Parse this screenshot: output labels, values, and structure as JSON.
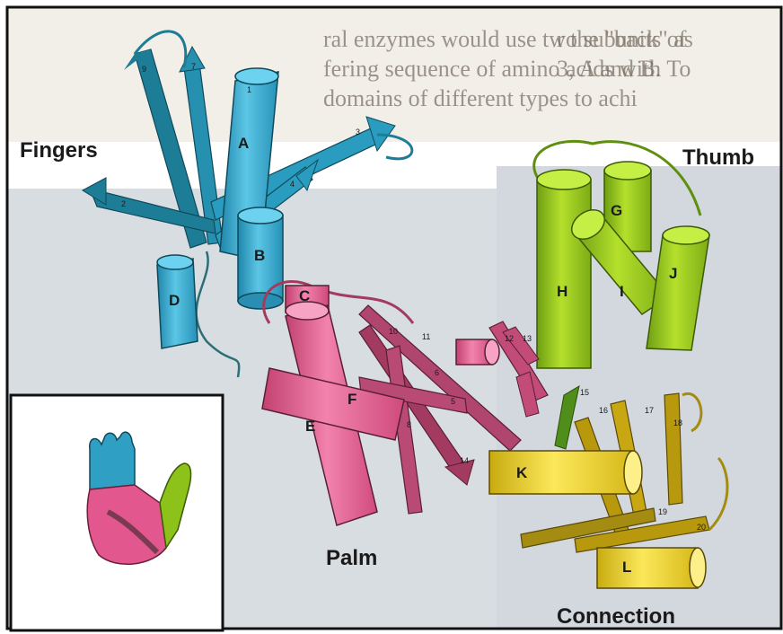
{
  "bleed_through_text": [
    "ral enzymes would use two subunits of",
    "fering sequence of amino acids with",
    "domains of different types to achi",
    "r the \"back\" as",
    "3, A and B. To"
  ],
  "domains": {
    "fingers": {
      "label": "Fingers",
      "color": "#2fa0c4",
      "dark": "#1e7d96"
    },
    "thumb": {
      "label": "Thumb",
      "color": "#8cc21a",
      "dark": "#5f8f10"
    },
    "palm": {
      "label": "Palm",
      "color": "#e2578d",
      "dark": "#a33a5f"
    },
    "connection": {
      "label": "Connection",
      "color": "#e8cf1e",
      "dark": "#a48c12"
    }
  },
  "helices": {
    "A": "A",
    "B": "B",
    "C": "C",
    "D": "D",
    "E": "E",
    "F": "F",
    "G": "G",
    "H": "H",
    "I": "I",
    "J": "J",
    "K": "K",
    "L": "L"
  },
  "strands": [
    "1",
    "2",
    "3",
    "4",
    "5",
    "6",
    "7",
    "8",
    "9",
    "10",
    "11",
    "12",
    "13",
    "14",
    "15",
    "16",
    "17",
    "18",
    "19",
    "20"
  ],
  "inset": {
    "name": "hand-analogy-inset"
  }
}
